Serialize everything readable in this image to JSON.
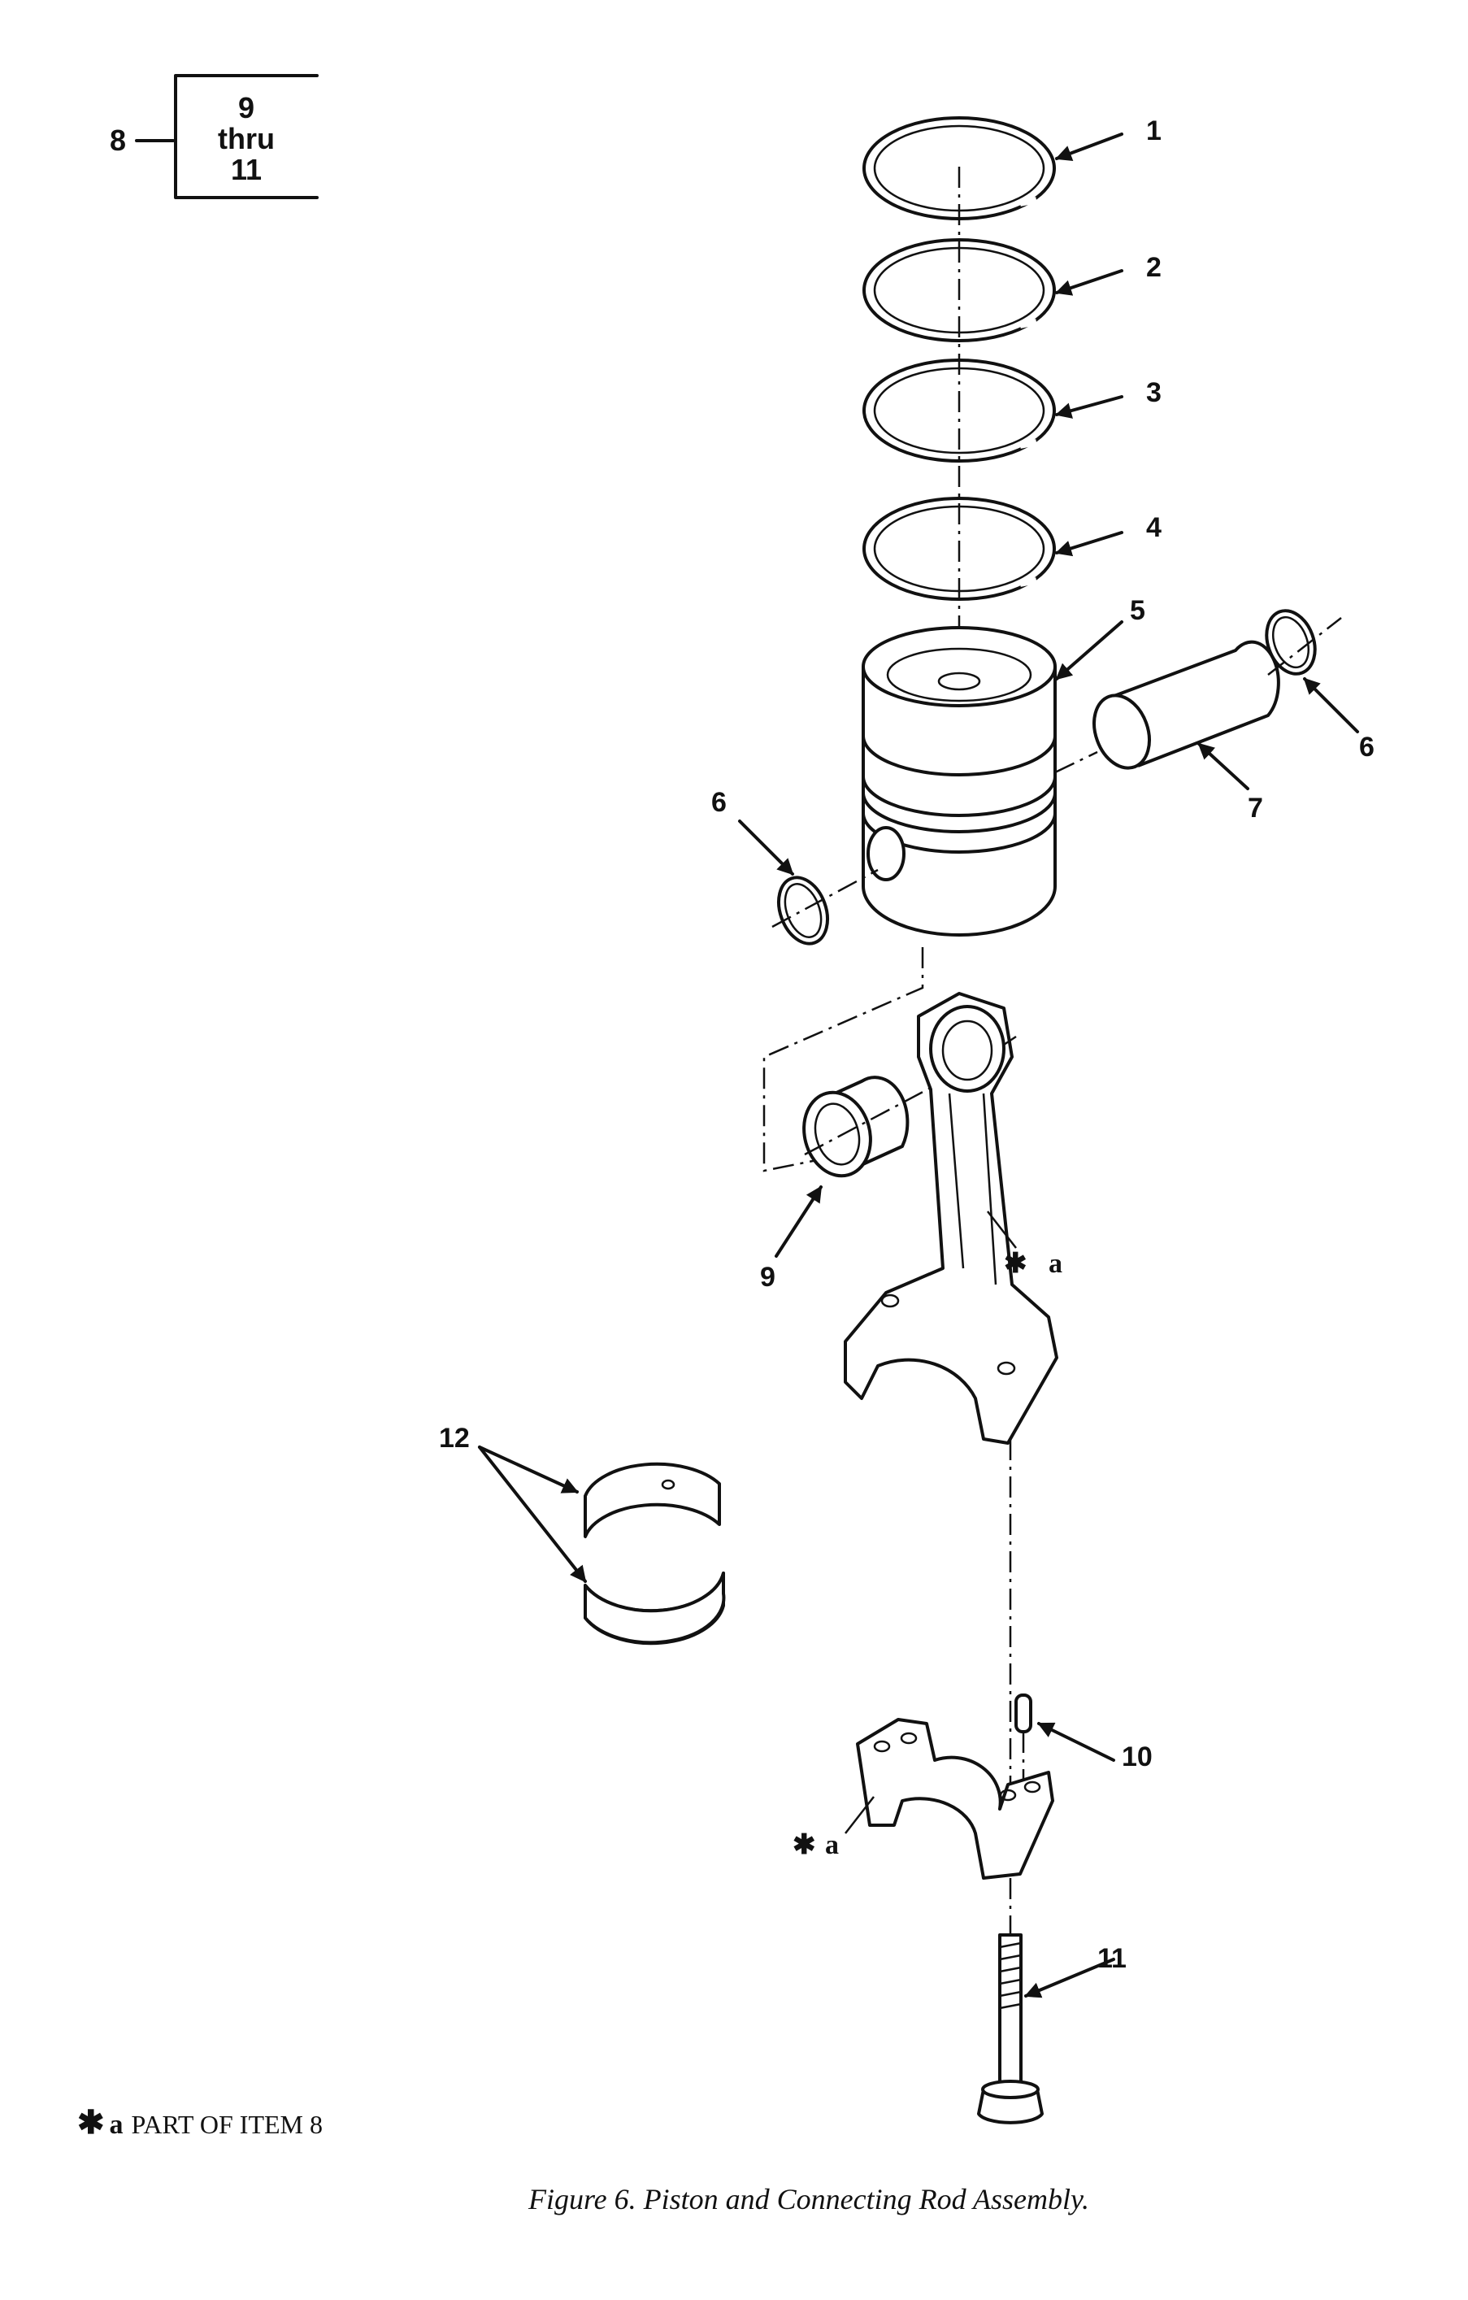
{
  "key_box": {
    "item": "8",
    "range_start": "9",
    "range_word": "thru",
    "range_end": "11"
  },
  "callouts": {
    "c1": "1",
    "c2": "2",
    "c3": "3",
    "c4": "4",
    "c5": "5",
    "c6_right": "6",
    "c6_left": "6",
    "c7": "7",
    "c9": "9",
    "c10": "10",
    "c11": "11",
    "c12": "12"
  },
  "part_marks": {
    "rod_star": "✱",
    "rod_a": "a",
    "cap_star": "✱",
    "cap_a": "a"
  },
  "footnote": {
    "star": "✱",
    "letter": "a",
    "text": "PART OF ITEM 8"
  },
  "caption": "Figure 6. Piston and Connecting Rod Assembly."
}
